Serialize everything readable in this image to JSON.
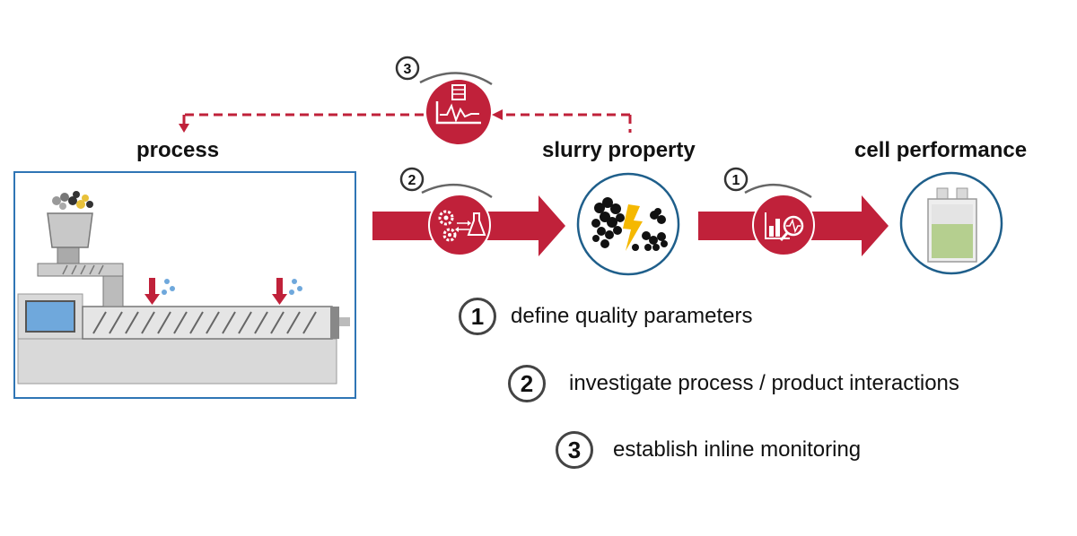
{
  "titles": {
    "process": "process",
    "slurry": "slurry property",
    "cell": "cell performance"
  },
  "badges": {
    "b1": "1",
    "b2": "2",
    "b3": "3"
  },
  "steps": [
    {
      "number": "1",
      "text": "define quality parameters"
    },
    {
      "number": "2",
      "text": "investigate process / product interactions"
    },
    {
      "number": "3",
      "text": "establish inline monitoring"
    }
  ],
  "colors": {
    "accent": "#c0213a",
    "frame": "#2f75b5",
    "circle_border": "#1f5f8b"
  },
  "icons": [
    "gears-flask-icon",
    "chart-magnifier-icon",
    "sensor-monitor-icon",
    "particles-lightning-icon",
    "battery-cell-icon",
    "extruder-icon"
  ]
}
